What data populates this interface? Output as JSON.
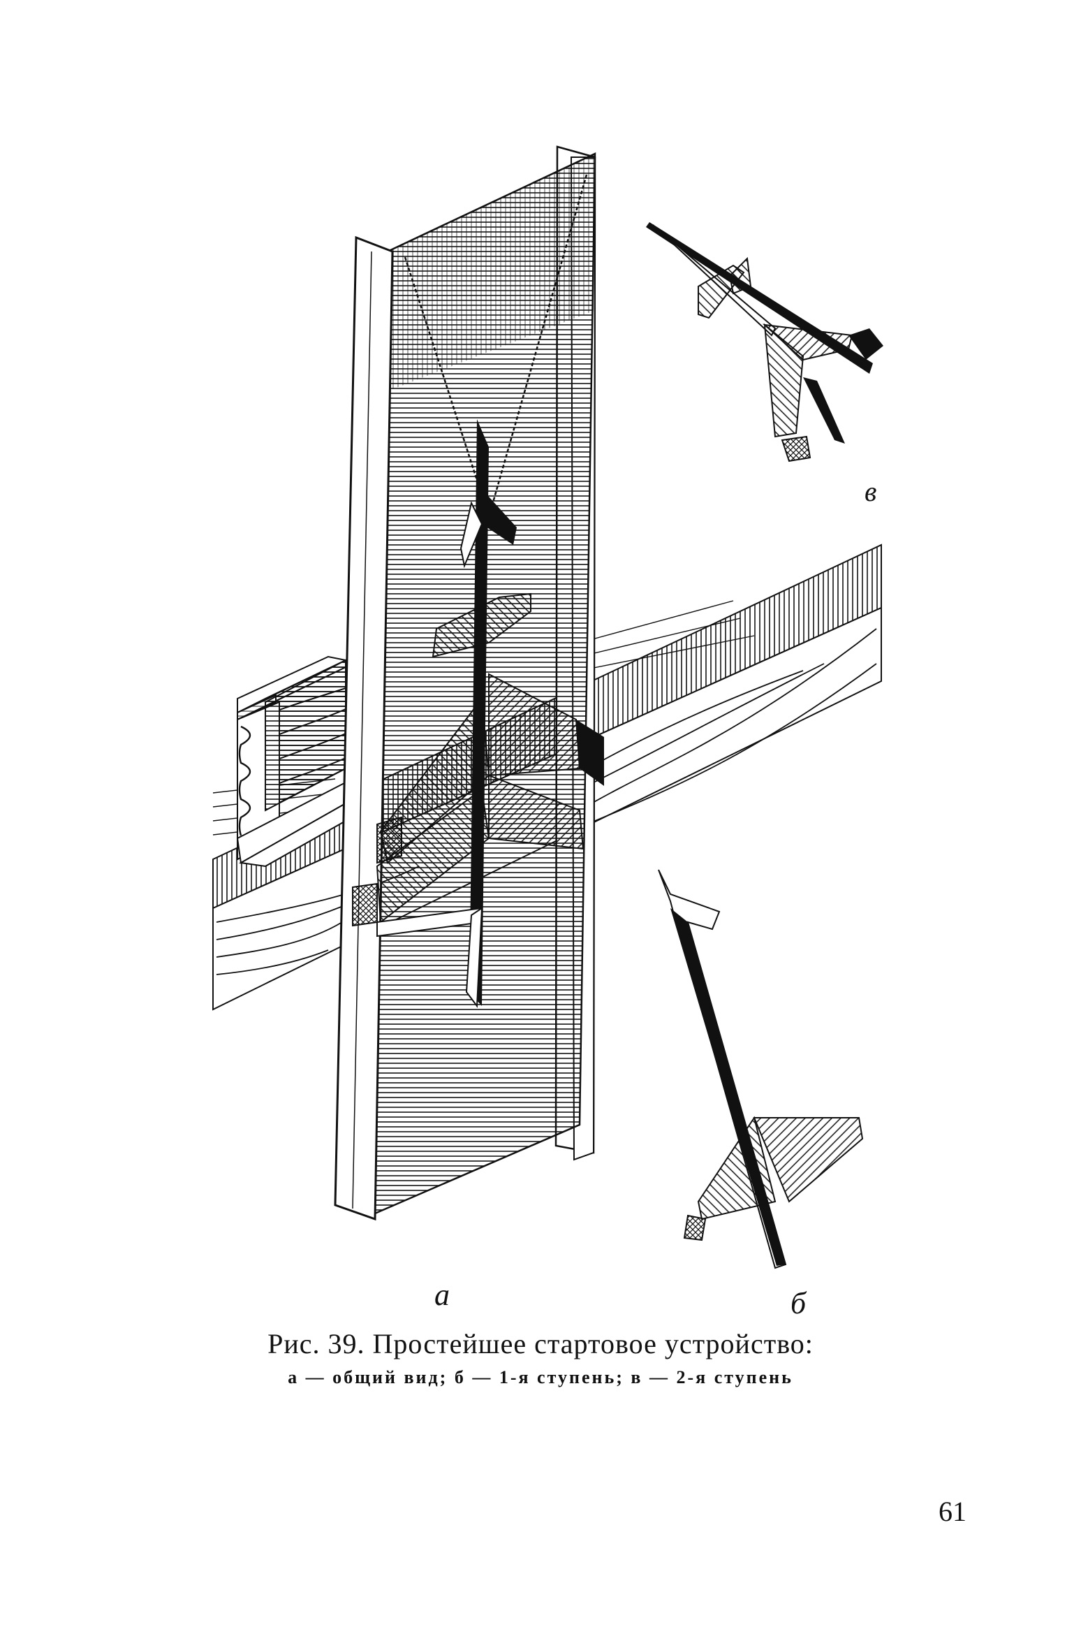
{
  "figure": {
    "labels": {
      "a": "а",
      "b": "б",
      "v": "в"
    },
    "caption_title": "Рис. 39. Простейшее стартовое устройство:",
    "caption_legend": "а — общий вид; б — 1-я ступень; в — 2-я ступень"
  },
  "page_number": "61"
}
